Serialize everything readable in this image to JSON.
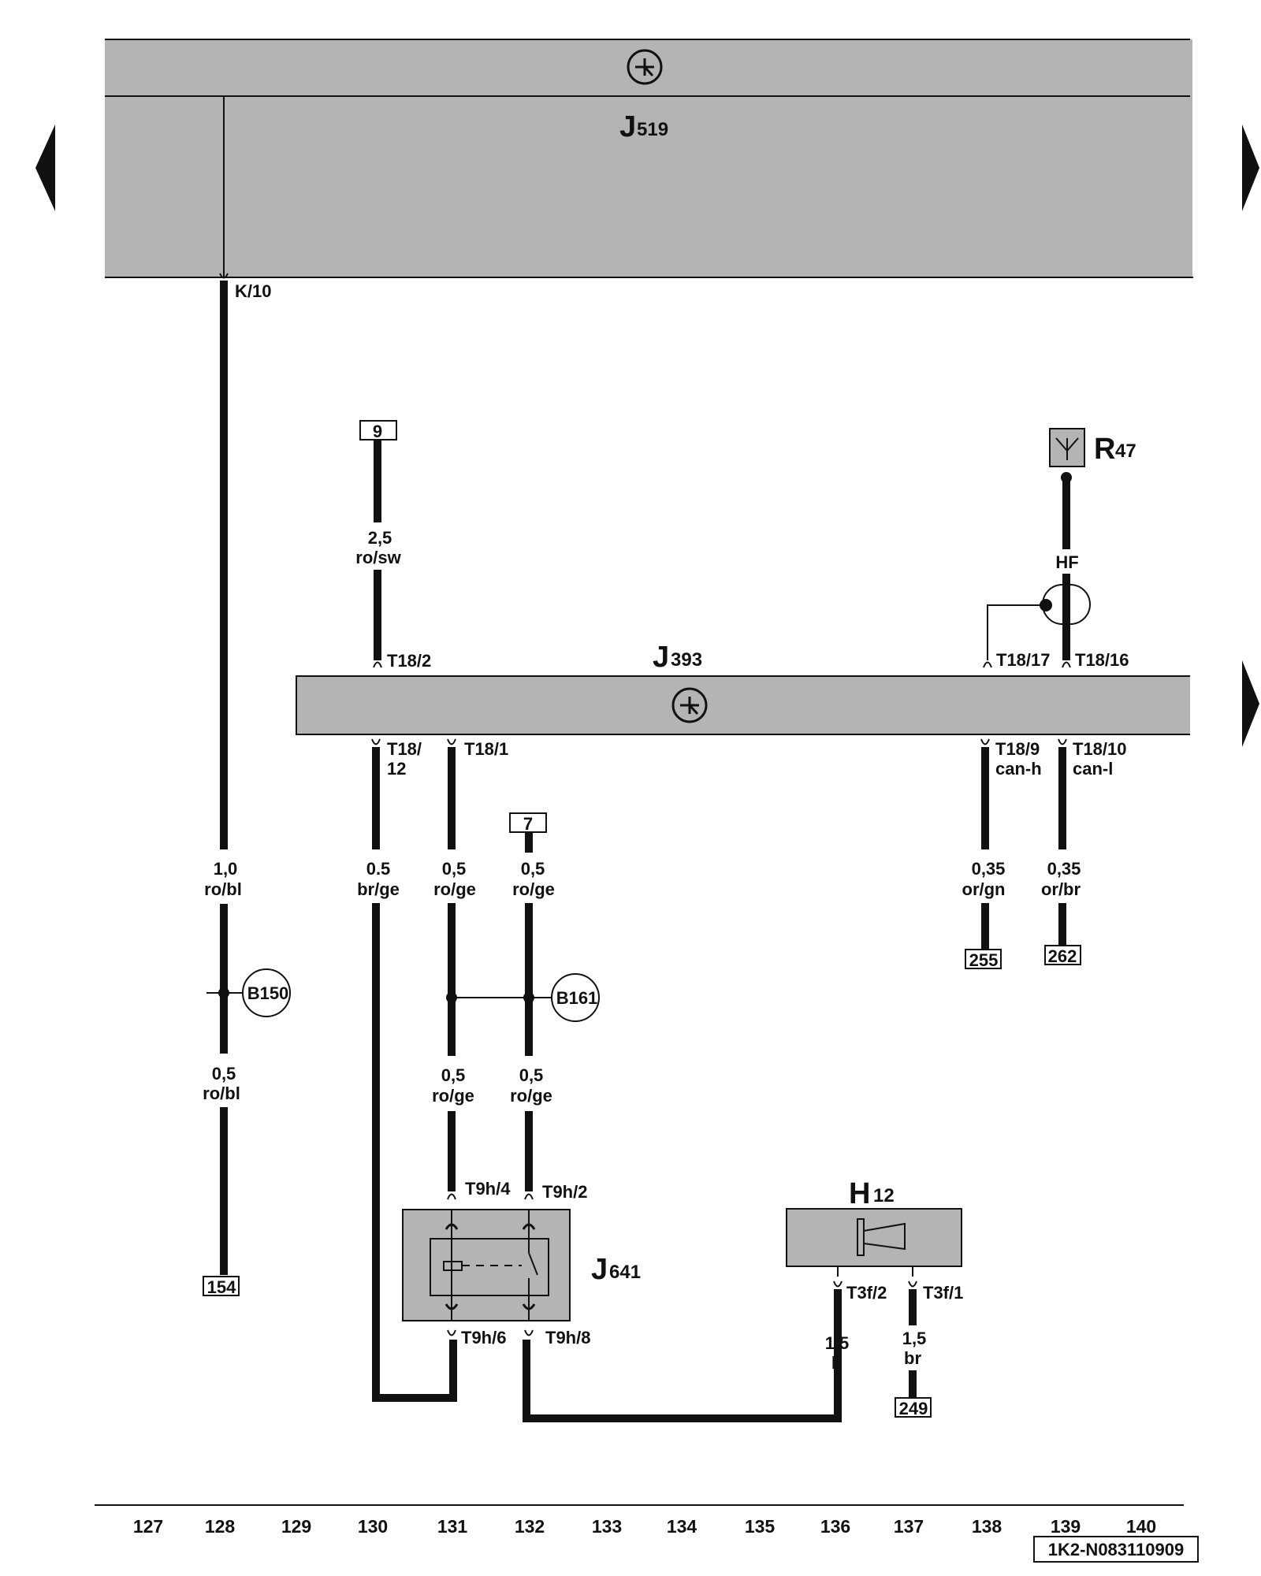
{
  "components": {
    "j519": {
      "letter": "J",
      "sub": "519"
    },
    "j393": {
      "letter": "J",
      "sub": "393"
    },
    "r47": {
      "letter": "R",
      "sub": "47"
    },
    "j641": {
      "letter": "J",
      "sub": "641"
    },
    "h12": {
      "letter": "H",
      "sub": "12"
    }
  },
  "pins": {
    "k10": "K/10",
    "t18_2": "T18/2",
    "t18_17": "T18/17",
    "t18_16": "T18/16",
    "t18_12_a": "T18/",
    "t18_12_b": "12",
    "t18_1": "T18/1",
    "t18_9": "T18/9",
    "t18_9_sig": "can-h",
    "t18_10": "T18/10",
    "t18_10_sig": "can-l",
    "t9h_4": "T9h/4",
    "t9h_2": "T9h/2",
    "t9h_6": "T9h/6",
    "t9h_8": "T9h/8",
    "t3f_2": "T3f/2",
    "t3f_1": "T3f/1"
  },
  "wires": {
    "w_k10_size": "1,0",
    "w_k10_color": "ro/bl",
    "w_k10b_size": "0,5",
    "w_k10b_color": "ro/bl",
    "w_9_size": "2,5",
    "w_9_color": "ro/sw",
    "w_hf": "HF",
    "w_t18_12_size": "0.5",
    "w_t18_12_color": "br/ge",
    "w_t18_1_size": "0,5",
    "w_t18_1_color": "ro/ge",
    "w_7_size": "0,5",
    "w_7_color": "ro/ge",
    "w_t9h4_size": "0,5",
    "w_t9h4_color": "ro/ge",
    "w_t9h2_size": "0,5",
    "w_t9h2_color": "ro/ge",
    "w_t18_9_size": "0,35",
    "w_t18_9_color": "or/gn",
    "w_t18_10_size": "0,35",
    "w_t18_10_color": "or/br",
    "w_t3f2_size": "1,5",
    "w_t3f2_color": "li",
    "w_t3f1_size": "1,5",
    "w_t3f1_color": "br"
  },
  "references": {
    "r9": "9",
    "r7": "7",
    "r154": "154",
    "r255": "255",
    "r262": "262",
    "r249": "249"
  },
  "connectors": {
    "b150": "B150",
    "b161": "B161"
  },
  "grid": [
    "127",
    "128",
    "129",
    "130",
    "131",
    "132",
    "133",
    "134",
    "135",
    "136",
    "137",
    "138",
    "139",
    "140"
  ],
  "diagram_id": "1K2-N083110909",
  "colors": {
    "component_fill": "#b4b4b4",
    "line": "#111111"
  }
}
